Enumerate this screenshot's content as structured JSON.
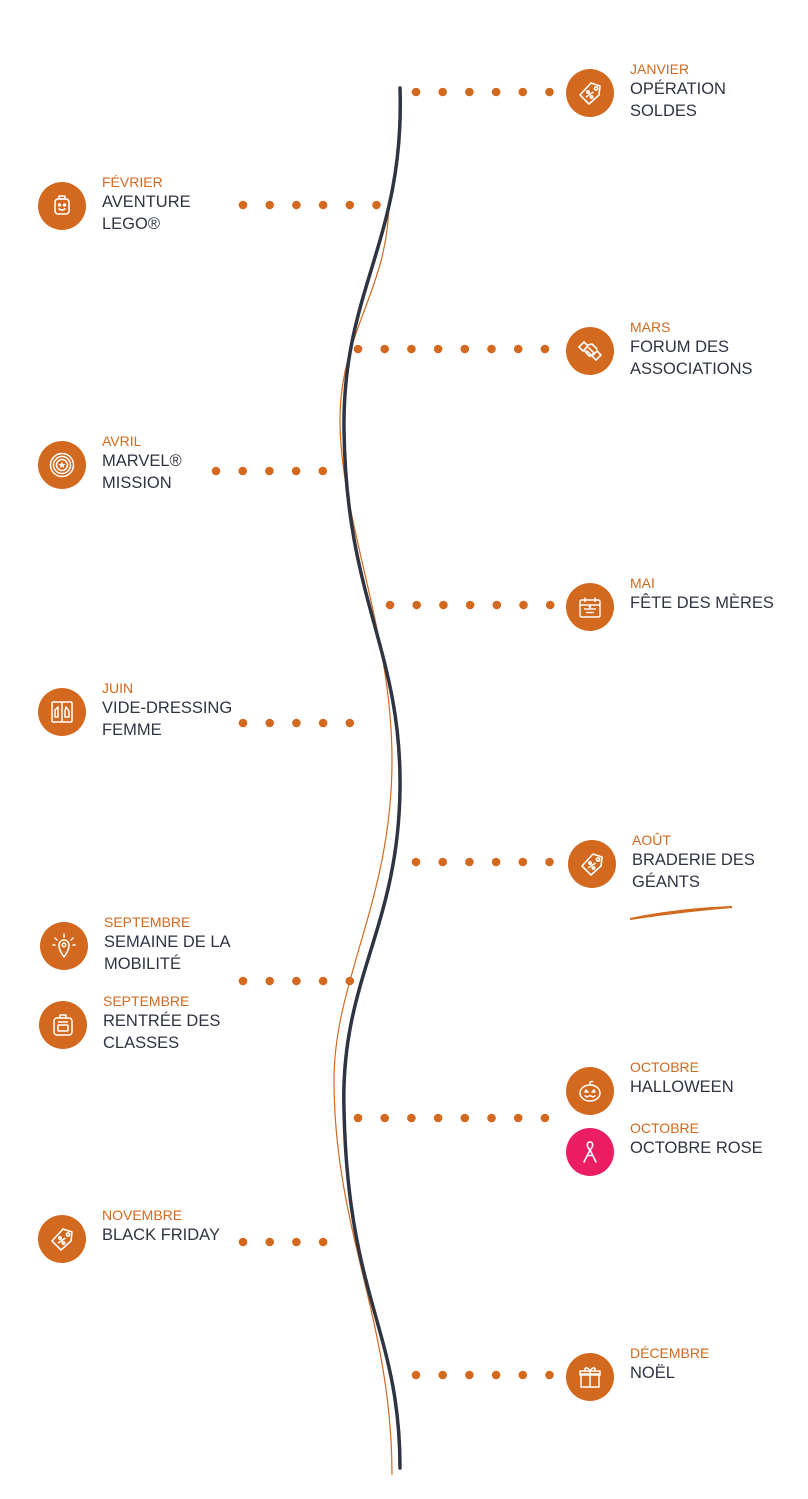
{
  "colors": {
    "accent": "#d2691e",
    "line": "#2f3442",
    "pink": "#ec1e63"
  },
  "events": [
    {
      "month": "JANVIER",
      "title": [
        "OPÉRATION",
        "SOLDES"
      ],
      "icon": "price-tag-icon"
    },
    {
      "month": "FÉVRIER",
      "title": [
        "AVENTURE",
        "LEGO®"
      ],
      "icon": "lego-head-icon"
    },
    {
      "month": "MARS",
      "title": [
        "FORUM DES",
        "ASSOCIATIONS"
      ],
      "icon": "handshake-icon"
    },
    {
      "month": "AVRIL",
      "title": [
        "MARVEL®",
        "MISSION"
      ],
      "icon": "shield-star-icon"
    },
    {
      "month": "MAI",
      "title": [
        "FÊTE DES MÈRES"
      ],
      "icon": "mothers-day-calendar-icon"
    },
    {
      "month": "JUIN",
      "title": [
        "VIDE-DRESSING",
        "FEMME"
      ],
      "icon": "wardrobe-icon"
    },
    {
      "month": "AOÛT",
      "title": [
        "BRADERIE DES",
        "GÉANTS"
      ],
      "icon": "price-tag-icon"
    },
    {
      "month": "SEPTEMBRE",
      "title": [
        "SEMAINE DE LA",
        "MOBILITÉ"
      ],
      "icon": "location-pin-icon"
    },
    {
      "month": "SEPTEMBRE",
      "title": [
        "RENTRÉE DES",
        "CLASSES"
      ],
      "icon": "school-bag-icon"
    },
    {
      "month": "OCTOBRE",
      "title": [
        "HALLOWEEN"
      ],
      "icon": "pumpkin-icon"
    },
    {
      "month": "OCTOBRE",
      "title": [
        "OCTOBRE ROSE"
      ],
      "icon": "pink-ribbon-icon"
    },
    {
      "month": "NOVEMBRE",
      "title": [
        "BLACK FRIDAY"
      ],
      "icon": "price-tag-icon"
    },
    {
      "month": "DÉCEMBRE",
      "title": [
        "NOËL"
      ],
      "icon": "gift-icon"
    }
  ]
}
